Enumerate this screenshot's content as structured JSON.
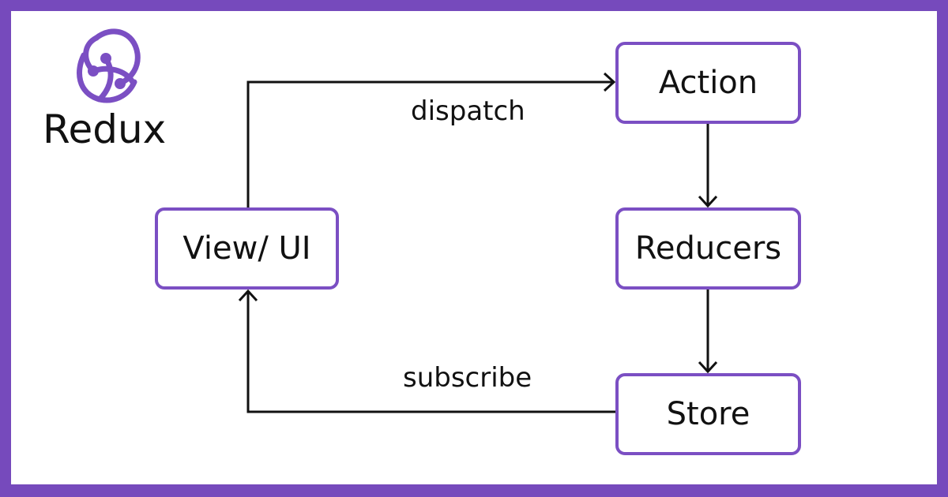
{
  "brand": {
    "name": "Redux",
    "icon": "redux-logo-icon"
  },
  "colors": {
    "accent": "#764abc",
    "box_border": "#7b4fc3",
    "text": "#111111",
    "arrow": "#111111"
  },
  "nodes": {
    "view": "View/ UI",
    "action": "Action",
    "reducers": "Reducers",
    "store": "Store"
  },
  "edges": {
    "dispatch": "dispatch",
    "subscribe": "subscribe"
  }
}
